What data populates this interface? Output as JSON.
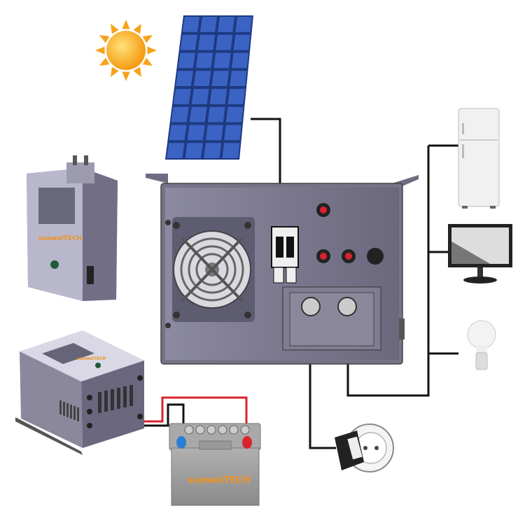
{
  "diagram": {
    "components": [
      {
        "id": "sun",
        "icon": "sun-icon"
      },
      {
        "id": "solar-panel",
        "icon": "solar-panel-icon"
      },
      {
        "id": "inverter",
        "icon": "inverter-icon"
      },
      {
        "id": "charge-controller-wall",
        "icon": "controller-icon"
      },
      {
        "id": "charge-controller-box",
        "icon": "controller-icon"
      },
      {
        "id": "battery",
        "icon": "battery-icon"
      },
      {
        "id": "refrigerator",
        "icon": "refrigerator-icon"
      },
      {
        "id": "monitor",
        "icon": "monitor-icon"
      },
      {
        "id": "light-bulb",
        "icon": "light-bulb-icon"
      },
      {
        "id": "power-socket",
        "icon": "socket-plug-icon"
      }
    ],
    "logo_text": "suoweiTECH",
    "colors": {
      "device_body": "#6f6c82",
      "device_face": "#b9b8cc",
      "wire": "#111111",
      "wire_positive": "#d9232e",
      "terminal_negative": "#2a7fd4",
      "logo": "#f0931f",
      "sun": "#f7a21b",
      "panel": "#2c4a9a"
    }
  }
}
